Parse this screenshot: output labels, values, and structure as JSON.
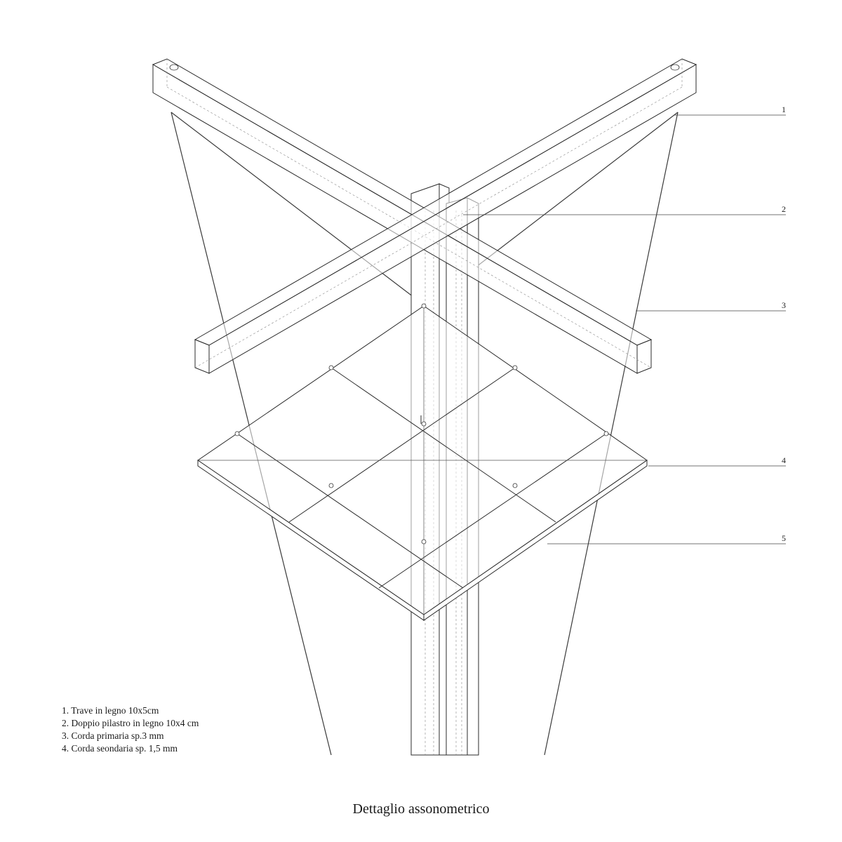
{
  "caption": "Dettaglio assonometrico",
  "legend": [
    "1. Trave in legno 10x5cm",
    "2. Doppio pilastro in legno 10x4 cm",
    "3. Corda primaria sp.3 mm",
    "4. Corda seondaria sp. 1,5 mm"
  ],
  "callouts": [
    "1",
    "2",
    "3",
    "4",
    "5"
  ]
}
